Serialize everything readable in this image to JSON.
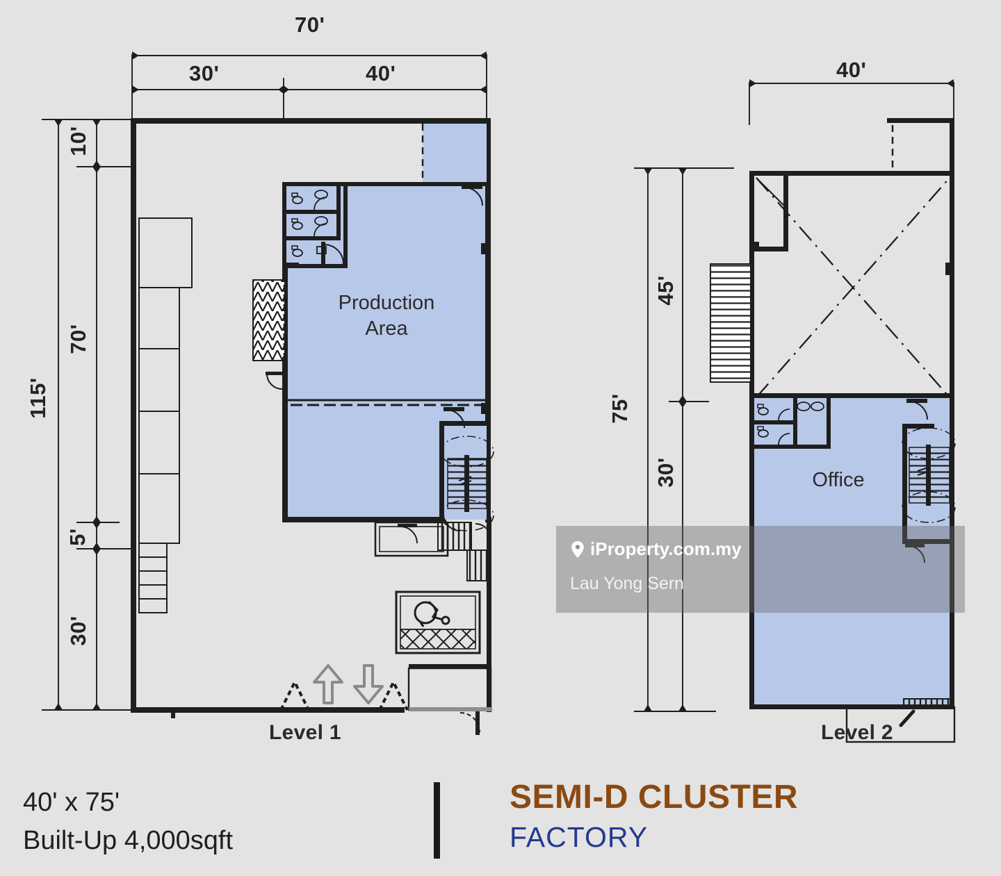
{
  "background_color": "#e3e3e3",
  "room_fill_color": "#b8c8e8",
  "wall_color": "#1e1e1e",
  "footer": {
    "lot_size": "40' x 75'",
    "built_up": "Built-Up 4,000sqft",
    "title": "SEMI-D CLUSTER",
    "subtitle": "FACTORY",
    "title_color": "#8b4a12",
    "subtitle_color": "#243a8f"
  },
  "watermark": {
    "brand": "iProperty.com.my",
    "agent": "Lau Yong Sern",
    "pin_icon": "location-pin-icon"
  },
  "level1": {
    "caption": "Level 1",
    "rooms": [
      {
        "name": "production-area",
        "label": "Production\nArea"
      }
    ],
    "dimensions": {
      "top_overall": "70'",
      "top_left_segment": "30'",
      "top_right_segment": "40'",
      "left_overall": "115'",
      "left_segments": [
        "10'",
        "70'",
        "5'",
        "30'"
      ]
    }
  },
  "level2": {
    "caption": "Level 2",
    "rooms": [
      {
        "name": "office",
        "label": "Office"
      }
    ],
    "dimensions": {
      "top_overall": "40'",
      "left_overall": "75'",
      "left_segments": [
        "45'",
        "30'"
      ]
    }
  }
}
